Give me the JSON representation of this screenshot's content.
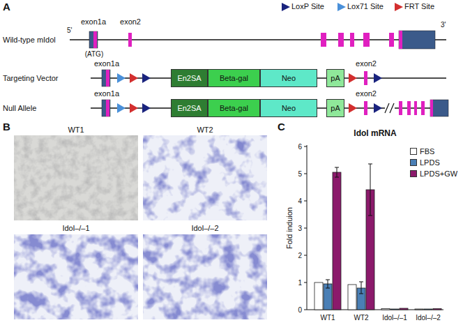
{
  "diagram": {
    "nodes": [
      {
        "text": [
          "En2SA"
        ]
      },
      {
        "text": [
          "Beta-gal"
        ]
      },
      {
        "text": [
          "Neo"
        ]
      },
      {
        "text": [
          "pA"
        ]
      },
      {
        "text": [
          "En2SA"
        ]
      },
      {
        "text": [
          "Beta-gal"
        ]
      },
      {
        "text": [
          "Neo"
        ]
      },
      {
        "text": [
          "pA"
        ]
      }
    ],
    "labels": [
      "A",
      "5'",
      "exon1a",
      "exon2",
      "3'",
      "Wild-type mIdol",
      "(ATG)",
      "exon1a",
      "Targeting Vector",
      "exon2",
      "exon1a",
      "Null Allele",
      "exon2",
      "B",
      "WT1",
      "WT2",
      "Idol–/–1",
      "Idol–/–2",
      "C",
      "Idol mRNA",
      "Fold induion",
      "6",
      "5",
      "4",
      "3",
      "2",
      "1",
      "0",
      "WT1",
      "WT2",
      "Idol–/–1",
      "Idol–/–2"
    ],
    "legend": [
      {
        "text": "LoxP Site",
        "color": "#1a237e"
      },
      {
        "text": "Lox71 Site",
        "color": "#4a90d9"
      },
      {
        "text": "FRT Site",
        "color": "#d32f2f"
      },
      {
        "text": "FBS",
        "color": "#ffffff"
      },
      {
        "text": "LPDS",
        "color": "#4a7fb5"
      },
      {
        "text": "LPDS+GW",
        "color": "#8b1a6b"
      }
    ]
  }
}
